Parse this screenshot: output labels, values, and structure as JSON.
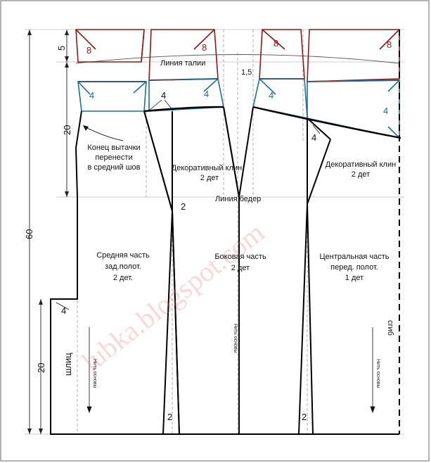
{
  "labels": {
    "waist_line": "Линия талии",
    "hip_line": "Линия бедер",
    "dart_note_1": "Конец вытачки",
    "dart_note_2": "перенести",
    "dart_note_3": "в средний шов",
    "deco_wedge_left_1": "Декоративный клин",
    "deco_wedge_left_2": "2 дет",
    "deco_wedge_right_1": "Декоративный клин",
    "deco_wedge_right_2": "2 дет",
    "back_middle_1": "Средняя часть",
    "back_middle_2": "зад.полот.",
    "back_middle_3": "2 дет.",
    "side_1": "Боковая часть",
    "side_2": "2 дет",
    "front_center_1": "Центральная часть",
    "front_center_2": "перед. полот.",
    "front_center_3": "1 дет",
    "fold": "сгиб",
    "slit": "шлиц",
    "grain": "Нить основы",
    "watermark": "lubka.blogspot.com"
  },
  "dimensions": {
    "top_band": "5",
    "upper": "20",
    "total": "60",
    "slit_len": "20",
    "waist_drop": "1,5"
  },
  "marks": {
    "yoke_8": "8",
    "yoke_4": "4",
    "dart_4": "4",
    "dart_2": "2"
  },
  "colors": {
    "yoke_top": "#8b1a1a",
    "yoke_mid": "#1f6e8c",
    "outline": "#000000",
    "watermark": "#e67878"
  }
}
